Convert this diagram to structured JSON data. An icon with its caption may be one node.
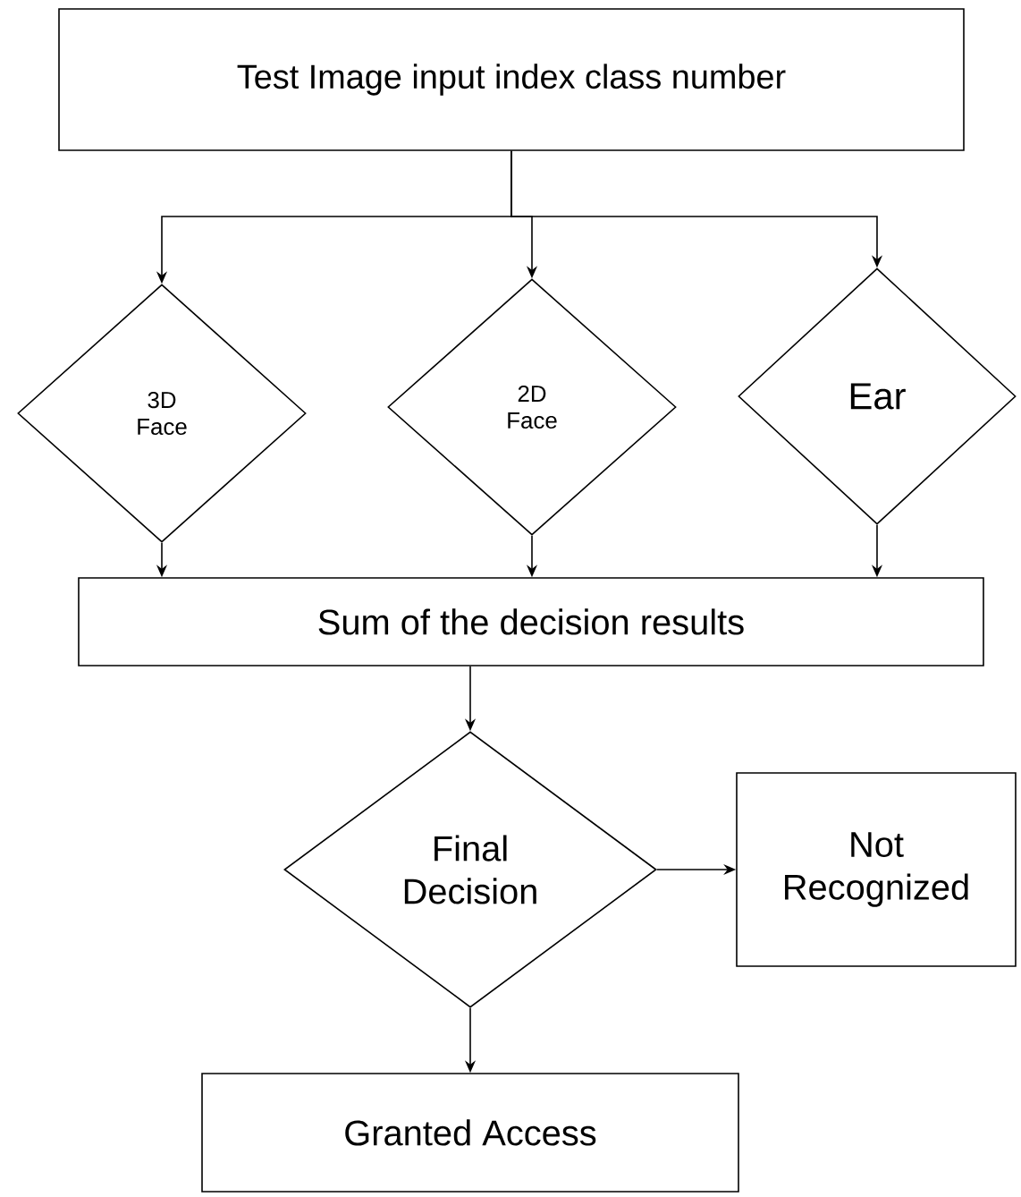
{
  "diagram": {
    "nodes": [
      {
        "text": [
          "Test Image input index class number"
        ]
      },
      {
        "text": [
          "3D Face"
        ]
      },
      {
        "text": [
          "2D Face"
        ]
      },
      {
        "text": [
          "Ear"
        ]
      },
      {
        "text": [
          "Sum of the decision results"
        ]
      },
      {
        "text": [
          "Final Decision"
        ]
      },
      {
        "text": [
          "Not Recognized"
        ]
      },
      {
        "text": [
          "Granted Access"
        ]
      }
    ],
    "edges": [
      {
        "from": 0,
        "to": 1,
        "arrow": "to"
      },
      {
        "from": 0,
        "to": 2,
        "arrow": "to"
      },
      {
        "from": 0,
        "to": 3,
        "arrow": "to"
      },
      {
        "from": 1,
        "to": 4,
        "arrow": "to"
      },
      {
        "from": 2,
        "to": 4,
        "arrow": "to"
      },
      {
        "from": 3,
        "to": 4,
        "arrow": "to"
      },
      {
        "from": 4,
        "to": 5,
        "arrow": "to"
      },
      {
        "from": 5,
        "to": 6,
        "arrow": "to"
      },
      {
        "from": 5,
        "to": 7,
        "arrow": "to"
      }
    ]
  }
}
